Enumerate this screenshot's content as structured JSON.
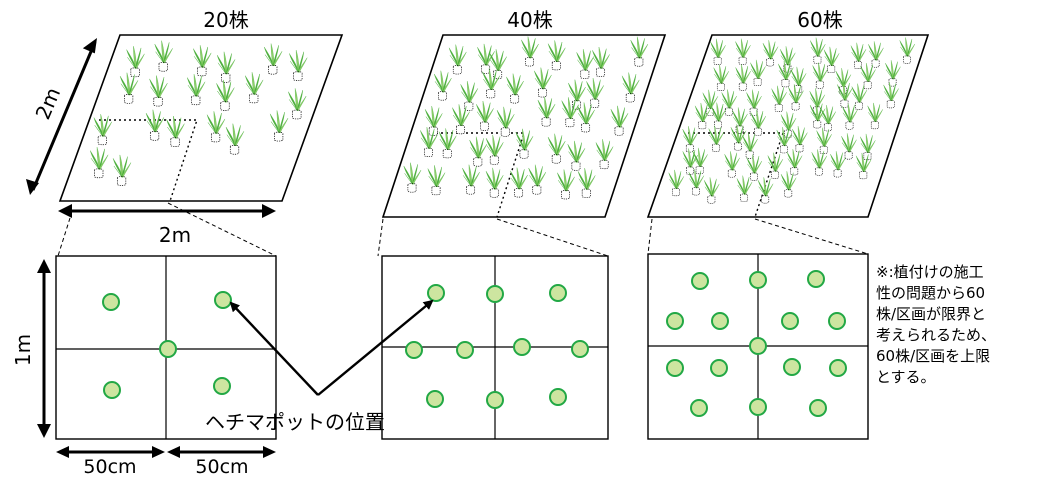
{
  "plots": {
    "p20": {
      "title": "20株"
    },
    "p40": {
      "title": "40株"
    },
    "p60": {
      "title": "60株"
    }
  },
  "dimensions": {
    "depth": "2m",
    "width": "2m",
    "height": "1m",
    "half_left": "50cm",
    "half_right": "50cm"
  },
  "pointer_label": "ヘチマポットの位置",
  "note": {
    "lines": [
      "※:植付けの施工",
      "性の問題から60",
      "株/区画が限界と",
      "考えられるため、",
      "60株/区画を上限",
      "とする。"
    ]
  },
  "colors": {
    "circle_fill": "#cde5a0",
    "circle_stroke": "#22a845",
    "leaf": "#4caf3c",
    "leaf_light": "#8fd06a"
  },
  "counts": {
    "p20": 20,
    "p40": 40,
    "p60": 60
  }
}
